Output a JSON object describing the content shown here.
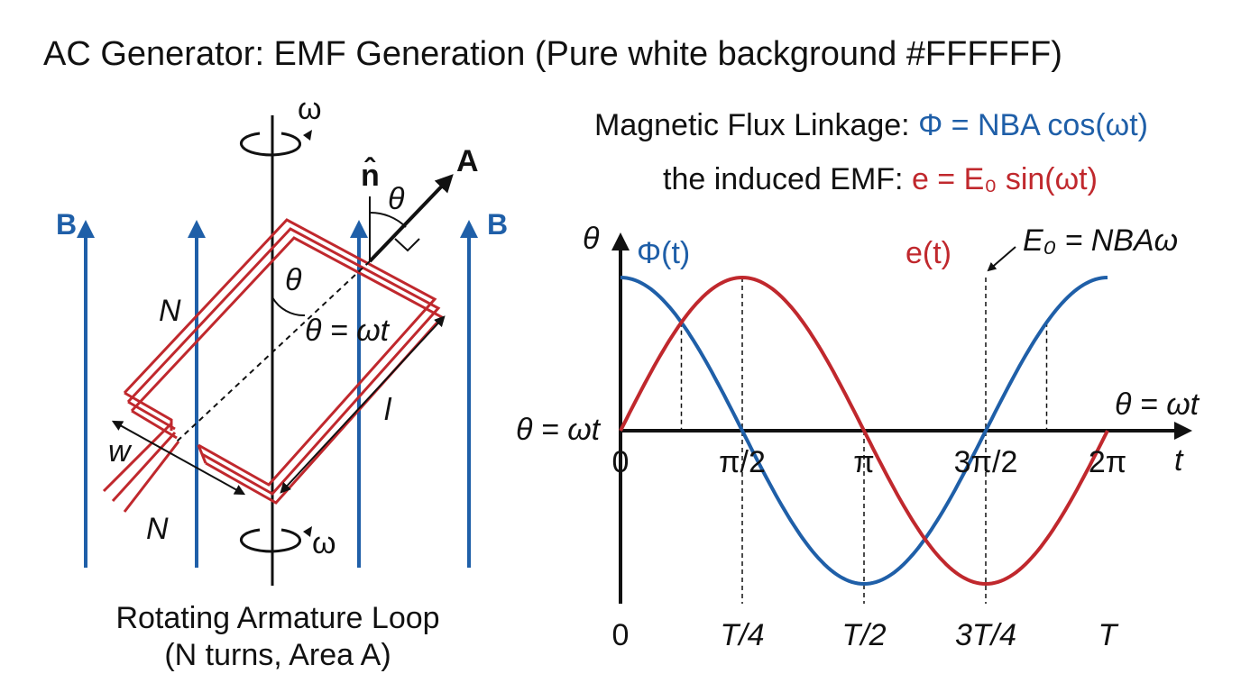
{
  "title": "AC Generator: EMF Generation (Pure white background #FFFFFF)",
  "colors": {
    "flux_blue": "#1f5fa8",
    "emf_red": "#c0282d",
    "axis": "#111111",
    "background": "#FFFFFF"
  },
  "equations": {
    "flux_prefix": "Magnetic Flux Linkage: ",
    "flux_formula": "Φ = NBA cos(ωt)",
    "emf_prefix": "the induced EMF: ",
    "emf_formula": "e = E₀ sin(ωt)"
  },
  "diagram": {
    "omega_top": "ω",
    "omega_bottom": "ω",
    "field_label_left": "B",
    "field_label_right": "B",
    "normal_label": "n̂",
    "area_label": "A",
    "angle_top": "θ",
    "angle_inner": "θ",
    "angle_eq": "θ = ωt",
    "turns_upper": "N",
    "turns_lower": "N",
    "width_label": "w",
    "length_label": "l",
    "caption_line1": "Rotating Armature Loop",
    "caption_line2": "(N turns, Area A)"
  },
  "chart_data": {
    "type": "line",
    "title": "",
    "y_axis_label": "θ",
    "x_axis_label": "t",
    "x_axis_right_label": "θ = ωt",
    "left_axis_label": "θ = ωt",
    "x_range": [
      0,
      6.2832
    ],
    "y_range": [
      -1,
      1
    ],
    "x_ticks": [
      "0",
      "π/2",
      "π",
      "3π/2",
      "2π"
    ],
    "x_tick_values": [
      0,
      1.5708,
      3.1416,
      4.7124,
      6.2832
    ],
    "time_ticks": [
      "0",
      "T/4",
      "T/2",
      "3T/4",
      "T"
    ],
    "peak_annotation": "E₀ = NBAω",
    "series": [
      {
        "name": "Φ(t)",
        "function": "cos",
        "amplitude": 1,
        "color": "#1f5fa8"
      },
      {
        "name": "e(t)",
        "function": "sin",
        "amplitude": 1,
        "color": "#c0282d"
      }
    ]
  }
}
